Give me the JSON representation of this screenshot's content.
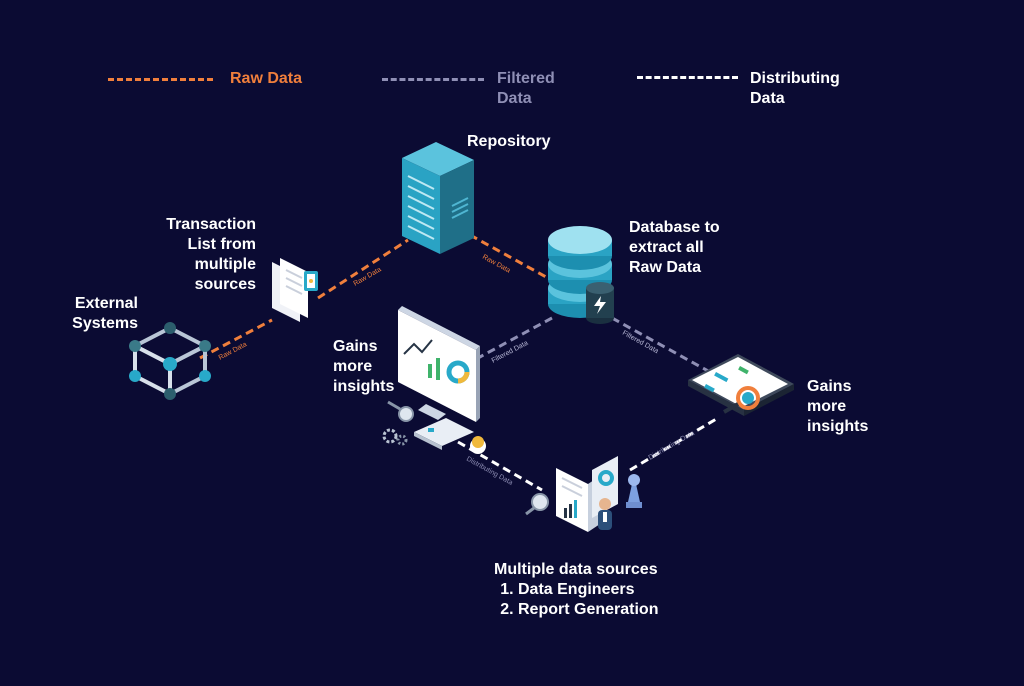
{
  "legend": [
    {
      "label": "Raw Data",
      "color": "#f07f3c"
    },
    {
      "label": "Filtered\nData",
      "color": "#8f8fb5"
    },
    {
      "label": "Distributing\nData",
      "color": "#ffffff"
    }
  ],
  "nodes": {
    "repository": "Repository",
    "database": "Database to\nextract all\nRaw Data",
    "transactions": "Transaction\nList from\nmultiple\nsources",
    "external": "External\nSystems",
    "insights_left": "Gains\nmore\ninsights",
    "insights_right": "Gains\nmore\ninsights",
    "sources_title": "Multiple data sources",
    "sources_items": [
      "Data Engineers",
      "Report Generation"
    ]
  },
  "edges": {
    "raw_1": "Raw Data",
    "raw_2": "Raw Data",
    "raw_3": "Raw Data",
    "filtered_1": "Filtered Data",
    "filtered_2": "Filtered Data",
    "distributing_1": "Distributing Data",
    "distributing_2": "Distributing Data"
  },
  "colors": {
    "background": "#0b0b33",
    "raw": "#f07f3c",
    "filtered": "#8f8fb5",
    "distributing": "#ffffff",
    "accent": "#28a9c9"
  }
}
